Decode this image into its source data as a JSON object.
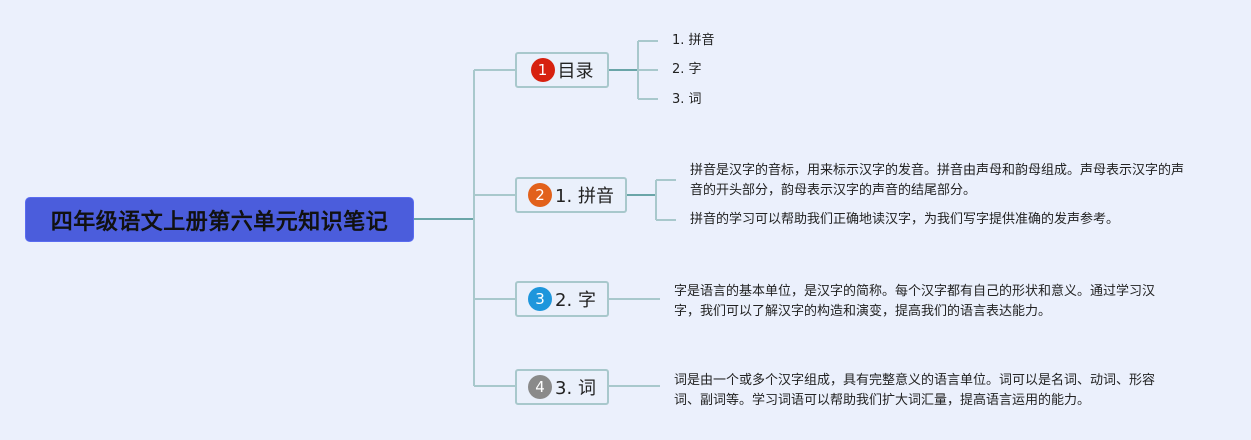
{
  "root": {
    "title": "四年级语文上册第六单元知识笔记",
    "color": "#4b5ddc"
  },
  "branches": [
    {
      "number": "1",
      "label": "目录",
      "badge_color": "#d7210f",
      "children": [
        "1. 拼音",
        "2. 字",
        "3. 词"
      ]
    },
    {
      "number": "2",
      "label": "1. 拼音",
      "badge_color": "#e2611b",
      "children": [
        "拼音是汉字的音标，用来标示汉字的发音。拼音由声母和韵母组成。声母表示汉字的声音的开头部分，韵母表示汉字的声音的结尾部分。",
        "拼音的学习可以帮助我们正确地读汉字，为我们写字提供准确的发声参考。"
      ]
    },
    {
      "number": "3",
      "label": "2. 字",
      "badge_color": "#1e96dc",
      "children": [
        "字是语言的基本单位，是汉字的简称。每个汉字都有自己的形状和意义。通过学习汉字，我们可以了解汉字的构造和演变，提高我们的语言表达能力。"
      ]
    },
    {
      "number": "4",
      "label": "3. 词",
      "badge_color": "#8a8a8a",
      "children": [
        "词是由一个或多个汉字组成，具有完整意义的语言单位。词可以是名词、动词、形容词、副词等。学习词语可以帮助我们扩大词汇量，提高语言运用的能力。"
      ]
    }
  ],
  "colors": {
    "background": "#ebf0fc",
    "connector": "#6aa5a8",
    "connector_light": "#a8c8cc"
  }
}
